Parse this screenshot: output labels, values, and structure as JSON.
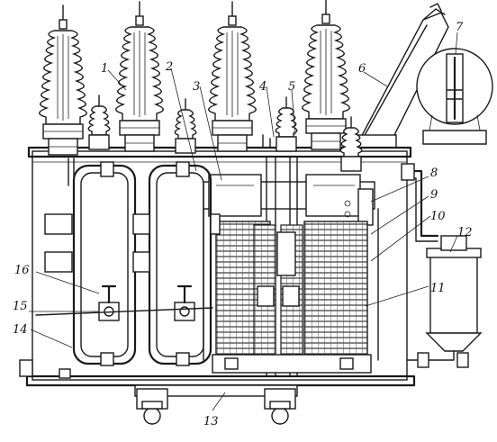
{
  "figure": {
    "background": "#ffffff",
    "ink": "#1a1a1a"
  },
  "callouts": [
    {
      "id": "1",
      "label": "1"
    },
    {
      "id": "2",
      "label": "2"
    },
    {
      "id": "3",
      "label": "3"
    },
    {
      "id": "4",
      "label": "4"
    },
    {
      "id": "5",
      "label": "5"
    },
    {
      "id": "6",
      "label": "6"
    },
    {
      "id": "7",
      "label": "7"
    },
    {
      "id": "8",
      "label": "8"
    },
    {
      "id": "9",
      "label": "9"
    },
    {
      "id": "10",
      "label": "10"
    },
    {
      "id": "11",
      "label": "11"
    },
    {
      "id": "12",
      "label": "12"
    },
    {
      "id": "13",
      "label": "13"
    },
    {
      "id": "14",
      "label": "14"
    },
    {
      "id": "15",
      "label": "15"
    },
    {
      "id": "16",
      "label": "16"
    }
  ]
}
